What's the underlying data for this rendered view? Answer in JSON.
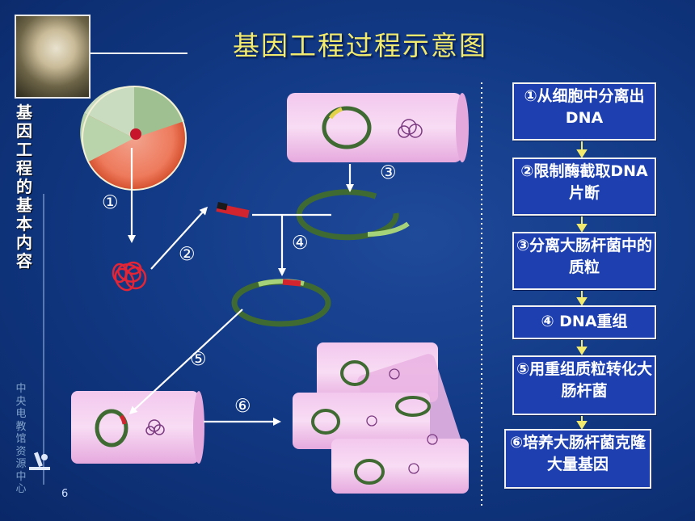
{
  "title": "基因工程过程示意图",
  "side_title": "基因工程的基本内容",
  "side_brand": "中央电教馆资源中心",
  "page_number": "6",
  "steps": [
    {
      "text": "①从细胞中分离出DNA"
    },
    {
      "text": "②限制酶截取DNA片断"
    },
    {
      "text": "③分离大肠杆菌中的质粒"
    },
    {
      "text": "④ DNA重组"
    },
    {
      "text": "⑤用重组质粒转化大肠杆菌"
    },
    {
      "text": "⑥培养大肠杆菌克隆大量基因"
    }
  ],
  "markers": {
    "m1": "①",
    "m2": "②",
    "m3": "③",
    "m4": "④",
    "m5": "⑤",
    "m6": "⑥"
  },
  "colors": {
    "title": "#f1ea6c",
    "step_box": "#1d3fb0",
    "bacterium": "#f2c4ec",
    "plasmid": "#3f6a32"
  }
}
